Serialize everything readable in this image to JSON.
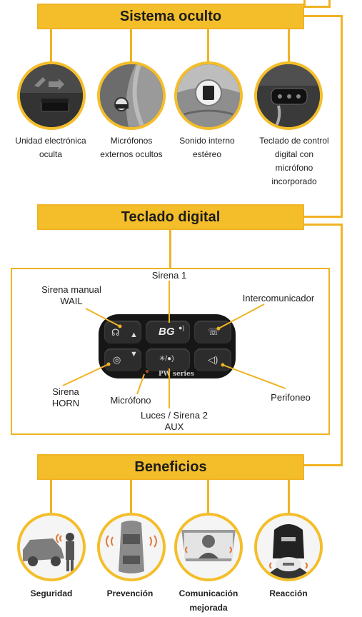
{
  "sections": {
    "sistema": "Sistema oculto",
    "teclado": "Teclado digital",
    "beneficios": "Beneficios"
  },
  "sistema_items": [
    {
      "label": "Unidad electrónica oculta",
      "icon": "hidden-unit-icon"
    },
    {
      "label": "Micrófonos externos ocultos",
      "icon": "external-microphone-icon"
    },
    {
      "label": "Sonido interno estéreo",
      "icon": "stereo-speaker-icon"
    },
    {
      "label": "Teclado de control digital con micrófono incorporado",
      "icon": "keypad-icon"
    }
  ],
  "keypad": {
    "brand": "BG",
    "series": "PW series",
    "labels": {
      "sirena1": "Sirena 1",
      "wail": "Sirena manual WAIL",
      "intercom": "Intercomunicador",
      "horn": "Sirena HORN",
      "mic": "Micrófono",
      "luces": "Luces / Sirena 2 AUX",
      "perifoneo": "Perifoneo"
    }
  },
  "beneficios_items": [
    {
      "label": "Seguridad",
      "icon": "security-icon"
    },
    {
      "label": "Prevención",
      "icon": "prevention-icon"
    },
    {
      "label": "Comunicación mejorada",
      "icon": "communication-icon"
    },
    {
      "label": "Reacción",
      "icon": "reaction-icon"
    }
  ],
  "colors": {
    "accent": "#f4be2a",
    "dark": "#2a2a2a"
  }
}
